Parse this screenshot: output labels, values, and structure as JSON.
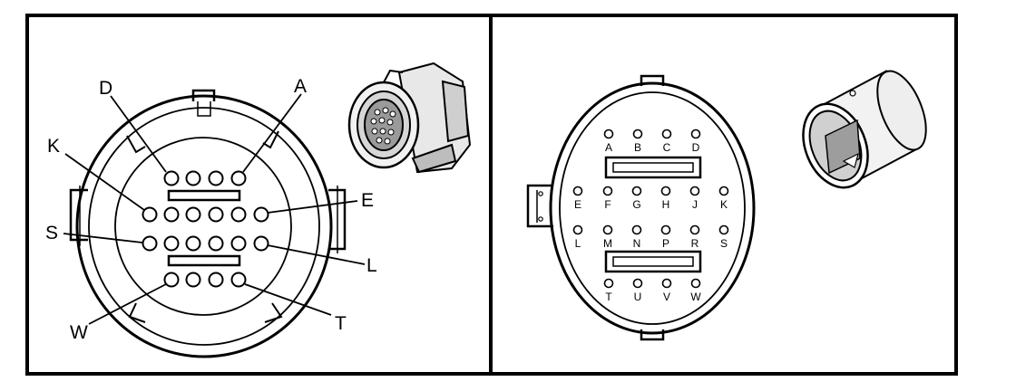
{
  "left_panel": {
    "callouts": [
      {
        "label": "D"
      },
      {
        "label": "A"
      },
      {
        "label": "K"
      },
      {
        "label": "E"
      },
      {
        "label": "S"
      },
      {
        "label": "L"
      },
      {
        "label": "W"
      },
      {
        "label": "T"
      }
    ]
  },
  "right_panel": {
    "rows": [
      [
        "A",
        "B",
        "C",
        "D"
      ],
      [
        "E",
        "F",
        "G",
        "H",
        "J",
        "K"
      ],
      [
        "L",
        "M",
        "N",
        "P",
        "R",
        "S"
      ],
      [
        "T",
        "U",
        "V",
        "W"
      ]
    ]
  },
  "colors": {
    "line": "#000000",
    "background": "#ffffff"
  }
}
